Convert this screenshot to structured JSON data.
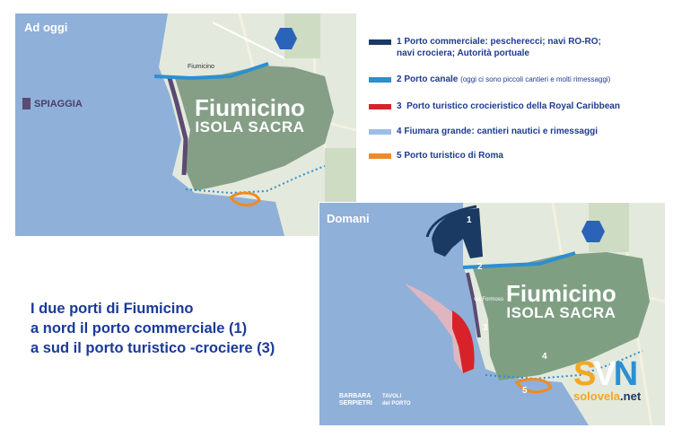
{
  "top_map": {
    "panel_label": "Ad oggi",
    "title": "Fiumicino",
    "subtitle": "ISOLA SACRA",
    "beach_label": "SPIAGGIA",
    "town_label": "Fiumicino"
  },
  "bottom_map": {
    "panel_label": "Domani",
    "title": "Fiumicino",
    "subtitle": "ISOLA SACRA",
    "markers": [
      "1",
      "2",
      "3",
      "4",
      "5"
    ],
    "road_label": "via Formoso"
  },
  "legend": {
    "items": [
      {
        "number": "1",
        "text": "Porto commerciale: pescherecci; navi RO-RO;",
        "text2": "navi crociera; Autorità portuale",
        "color": "#1b3a63"
      },
      {
        "number": "2",
        "text": "Porto canale",
        "note": "(oggi ci sono piccoli cantieri e molti rimessaggi)",
        "color": "#2c8fd1"
      },
      {
        "number": "3",
        "text": "Porto turistico crocieristico della Royal Caribbean",
        "color": "#d8222a"
      },
      {
        "number": "4",
        "text": "Fiumara grande: cantieri nautici e rimessaggi",
        "color": "#9dbde6"
      },
      {
        "number": "5",
        "text": "Porto turistico di Roma",
        "color": "#f08a24"
      }
    ]
  },
  "caption": {
    "line1": "I due porti di Fiumicino",
    "line2": "a nord il porto commerciale (1)",
    "line3": "a sud il porto turistico -crociere (3)"
  },
  "logos": {
    "barbara_line1": "BARBARA",
    "barbara_line2": "SERPIETRI",
    "tavoli_line1": "TAVOLI",
    "tavoli_line2": "del PORTO",
    "solovela_brand": "solovela",
    "solovela_suffix": ".net",
    "solovela_letters": "SVN"
  },
  "colors": {
    "sea": "#8fb0d9",
    "land": "#dfe6d4",
    "island": "#7f9f82",
    "legend_text": "#1e3a8f",
    "caption_text": "#1a3a9a"
  }
}
